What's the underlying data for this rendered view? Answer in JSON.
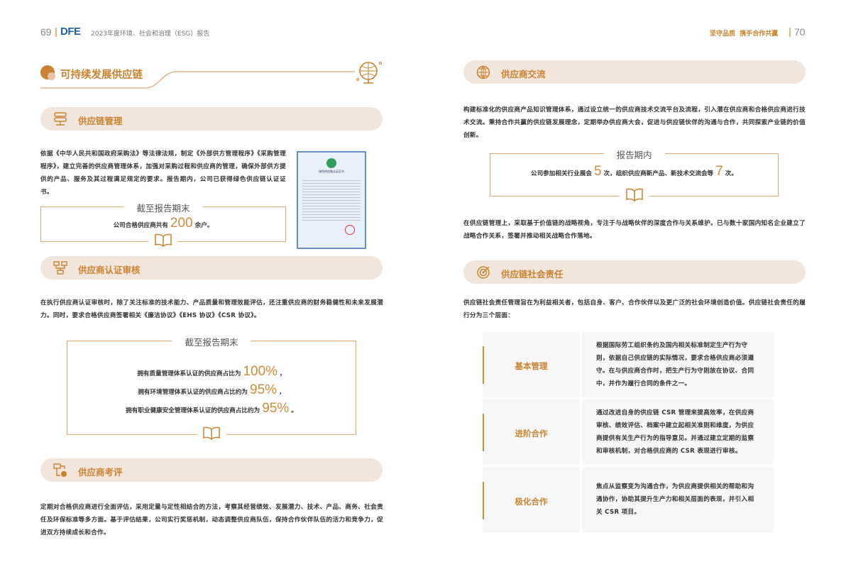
{
  "header": {
    "left_page": "69",
    "logo": "DFE",
    "report_title": "2023年度环境、社会和治理（ESG）报告",
    "right_tagline": "坚守品质  携手合作共赢",
    "right_page": "70"
  },
  "chapter_title": "可持续发展供应链",
  "left": {
    "s1": {
      "title": "供应链管理",
      "para": "依据《中华人民共和国政府采购法》等法律法规，制定《外部供方管理程序》《采购管理程序》，建立完善的供应商管理体系，加强对采购过程和供应商的管理，确保外部供方提供的产品、服务及其过程满足规定的要求。报告期内，公司已获得绿色供应链认证证书。",
      "box_title": "截至报告期末",
      "box_pre": "公司合格供应商共有",
      "box_value": "200",
      "box_post": "余户。",
      "cert_title": "绿色供应链认证证书"
    },
    "s2": {
      "title": "供应商认证审核",
      "para": "在执行供应商认证审核时，除了关注标准的技术能力、产品质量和管理效能评估，还注重供应商的财务稳健性和未来发展潜力。同时，要求合格供应商签署相关《廉洁协议》《EHS 协议》《CSR 协议》。",
      "box_title": "截至报告期末",
      "stats": [
        {
          "pre": "拥有质量管理体系认证的供应商占比为",
          "value": "100%",
          "post": "，"
        },
        {
          "pre": "拥有环境管理体系认证的供应商占比约为",
          "value": "95%",
          "post": "，"
        },
        {
          "pre": "拥有职业健康安全管理体系认证的供应商占比约为",
          "value": "95%",
          "post": "。"
        }
      ]
    },
    "s3": {
      "title": "供应商考评",
      "para": "定期对合格供应商进行全面评估，采用定量与定性相结合的方法，考察其经营绩效、发展潜力、技术、产品、商务、社会责任及环保标准等多方面。基于评估结果，公司实行奖惩机制，动态调整供应商队伍，保持合作伙伴队伍的活力和竞争力，促进双方持续成长和合作。"
    }
  },
  "right": {
    "s4": {
      "title": "供应商交流",
      "para": "构建标准化的供应商产品知识管理体系，通过设立统一的供应商技术交流平台及流程，引入潜在供应商和合格供应商进行技术交流。秉持合作共赢的供应链发展理念，定期举办供应商大会，促进与供应链伙伴的沟通与合作，共同探索产业链的价值创新。",
      "box_title": "报告期内",
      "pre": "公司参加相关行业展会",
      "v1": "5",
      "mid": "次，组织供应商新产品、新技术交流会等",
      "v2": "7",
      "post": "次。",
      "para2": "在供应链管理上，采取基于价值链的战略视角，专注于与战略伙伴的深度合作与关系维护。已与数十家国内知名企业建立了战略合作关系，签署并推动相关战略合作落地。"
    },
    "s5": {
      "title": "供应链社会责任",
      "para": "供应链社会责任管理旨在为利益相关者，包括自身、客户、合作伙伴以及更广泛的社会环境创造价值。供应链社会责任的履行分为三个层面：",
      "rows": [
        {
          "label": "基本管理",
          "text": "根据国际劳工组织条约及国内相关标准制定生产行为守则，依据自己供应链的实际情况，要求合格供应商必须遵守。在与供应商合作时，把生产行为守则放在协议、合同中，并作为履行合同的条件之一。"
        },
        {
          "label": "进阶合作",
          "text": "通过改进自身的供应链 CSR 管理来提高效率，在供应商审核、绩效评估、档案中建立起相关准则和维度，为供应商提供有关生产行为的指导意见。并通过建立定期的监察和审核机制，对合格供应商的 CSR 表现进行审核。"
        },
        {
          "label": "极化合作",
          "text": "焦点从监察变为沟通合作，为供应商提供相关的帮助和沟通协作，协助其提升生产力和相关层面的表现，并引入相关 CSR 项目。"
        }
      ]
    }
  },
  "colors": {
    "accent": "#c98330",
    "pill": "#f2e6dc",
    "logo": "#1f5fa8"
  }
}
